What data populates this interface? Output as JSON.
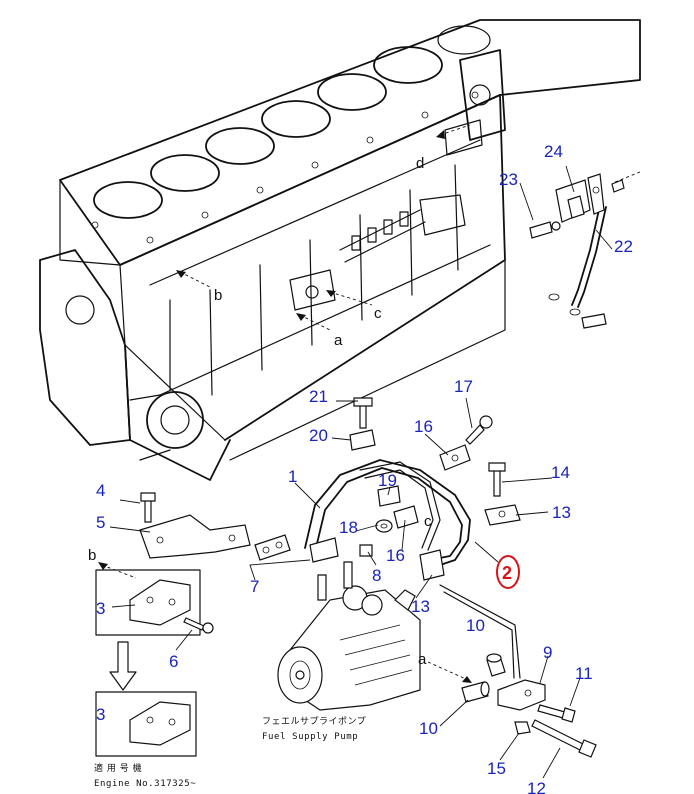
{
  "callouts": {
    "n1": "1",
    "n2": "2",
    "n3a": "3",
    "n3b": "3",
    "n4": "4",
    "n5": "5",
    "n6": "6",
    "n7": "7",
    "n8": "8",
    "n9": "9",
    "n10a": "10",
    "n10b": "10",
    "n11": "11",
    "n12": "12",
    "n13a": "13",
    "n13b": "13",
    "n14": "14",
    "n15": "15",
    "n16a": "16",
    "n16b": "16",
    "n17": "17",
    "n18": "18",
    "n19": "19",
    "n20": "20",
    "n21": "21",
    "n22": "22",
    "n23": "23",
    "n24": "24"
  },
  "view_letters": {
    "b_top": "b",
    "a_top": "a",
    "c_top": "c",
    "d_top": "d",
    "b_left": "b",
    "c_mid": "c",
    "a_bottom": "a"
  },
  "pump_label": {
    "japanese": "フェエルサプライポンプ",
    "english": "Fuel Supply Pump"
  },
  "applicability": {
    "japanese": "適 用 号 機",
    "english": "Engine No.317325~"
  },
  "highlight": {
    "color": "#d8141b",
    "callout_color": "#1a24b8"
  }
}
